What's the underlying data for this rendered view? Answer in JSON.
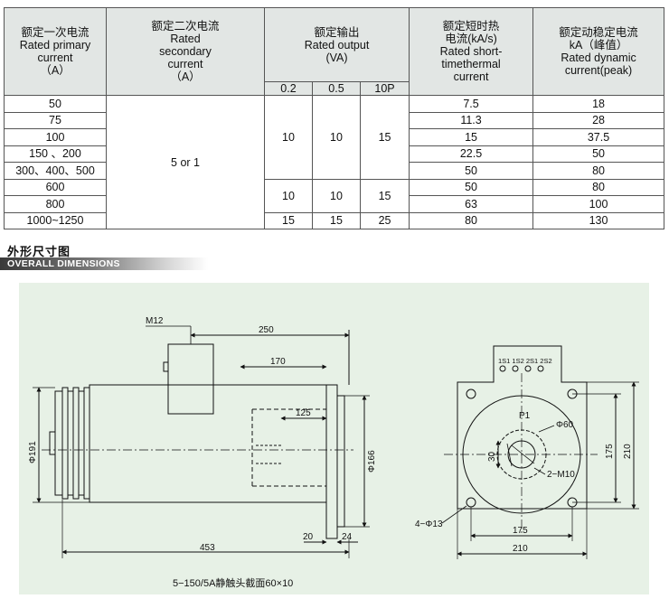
{
  "table": {
    "headers": {
      "primary": [
        "额定一次电流",
        "Rated primary",
        "current",
        "（A）"
      ],
      "secondary": [
        "额定二次电流",
        "Rated",
        "secondary",
        "current",
        "（A）"
      ],
      "output": [
        "额定输出",
        "Rated output",
        "(VA)"
      ],
      "output_classes": [
        "0.2",
        "0.5",
        "10P"
      ],
      "thermal": [
        "额定短时热",
        "电流(kA/s)",
        "Rated short-",
        "timethermal",
        "current"
      ],
      "dynamic": [
        "额定动稳定电流",
        "kA（峰值）",
        "Rated dynamic",
        "current(peak)"
      ]
    },
    "primary_values": [
      "50",
      "75",
      "100",
      "150 、200",
      "300、400、500",
      "600",
      "800",
      "1000~1250"
    ],
    "secondary_value": "5 or 1",
    "output_groups": [
      [
        "10",
        "10",
        "15"
      ],
      [
        "10",
        "10",
        "15"
      ],
      [
        "15",
        "15",
        "25"
      ]
    ],
    "thermal_values": [
      "7.5",
      "11.3",
      "15",
      "22.5",
      "50",
      "50",
      "63",
      "80"
    ],
    "dynamic_values": [
      "18",
      "28",
      "37.5",
      "50",
      "80",
      "80",
      "100",
      "130"
    ]
  },
  "section": {
    "title": "外形尺寸图",
    "subtitle": "OVERALL DIMENSIONS"
  },
  "drawing": {
    "labels": {
      "m12": "M12",
      "dim_250": "250",
      "dim_170": "170",
      "dim_125": "125",
      "dim_phi191": "Φ191",
      "dim_phi166": "Φ166",
      "dim_20": "20",
      "dim_24": "24",
      "dim_453": "453",
      "terminals": "1S1 1S2 2S1 2S2",
      "p1": "P1",
      "phi60": "Φ60",
      "dim_30": "30",
      "m10": "2−M10",
      "dim_175_v": "175",
      "dim_210_v": "210",
      "holes": "4−Φ13",
      "dim_175_h": "175",
      "dim_210_h": "210"
    },
    "caption": "5−150/5A静触头截面60×10"
  }
}
